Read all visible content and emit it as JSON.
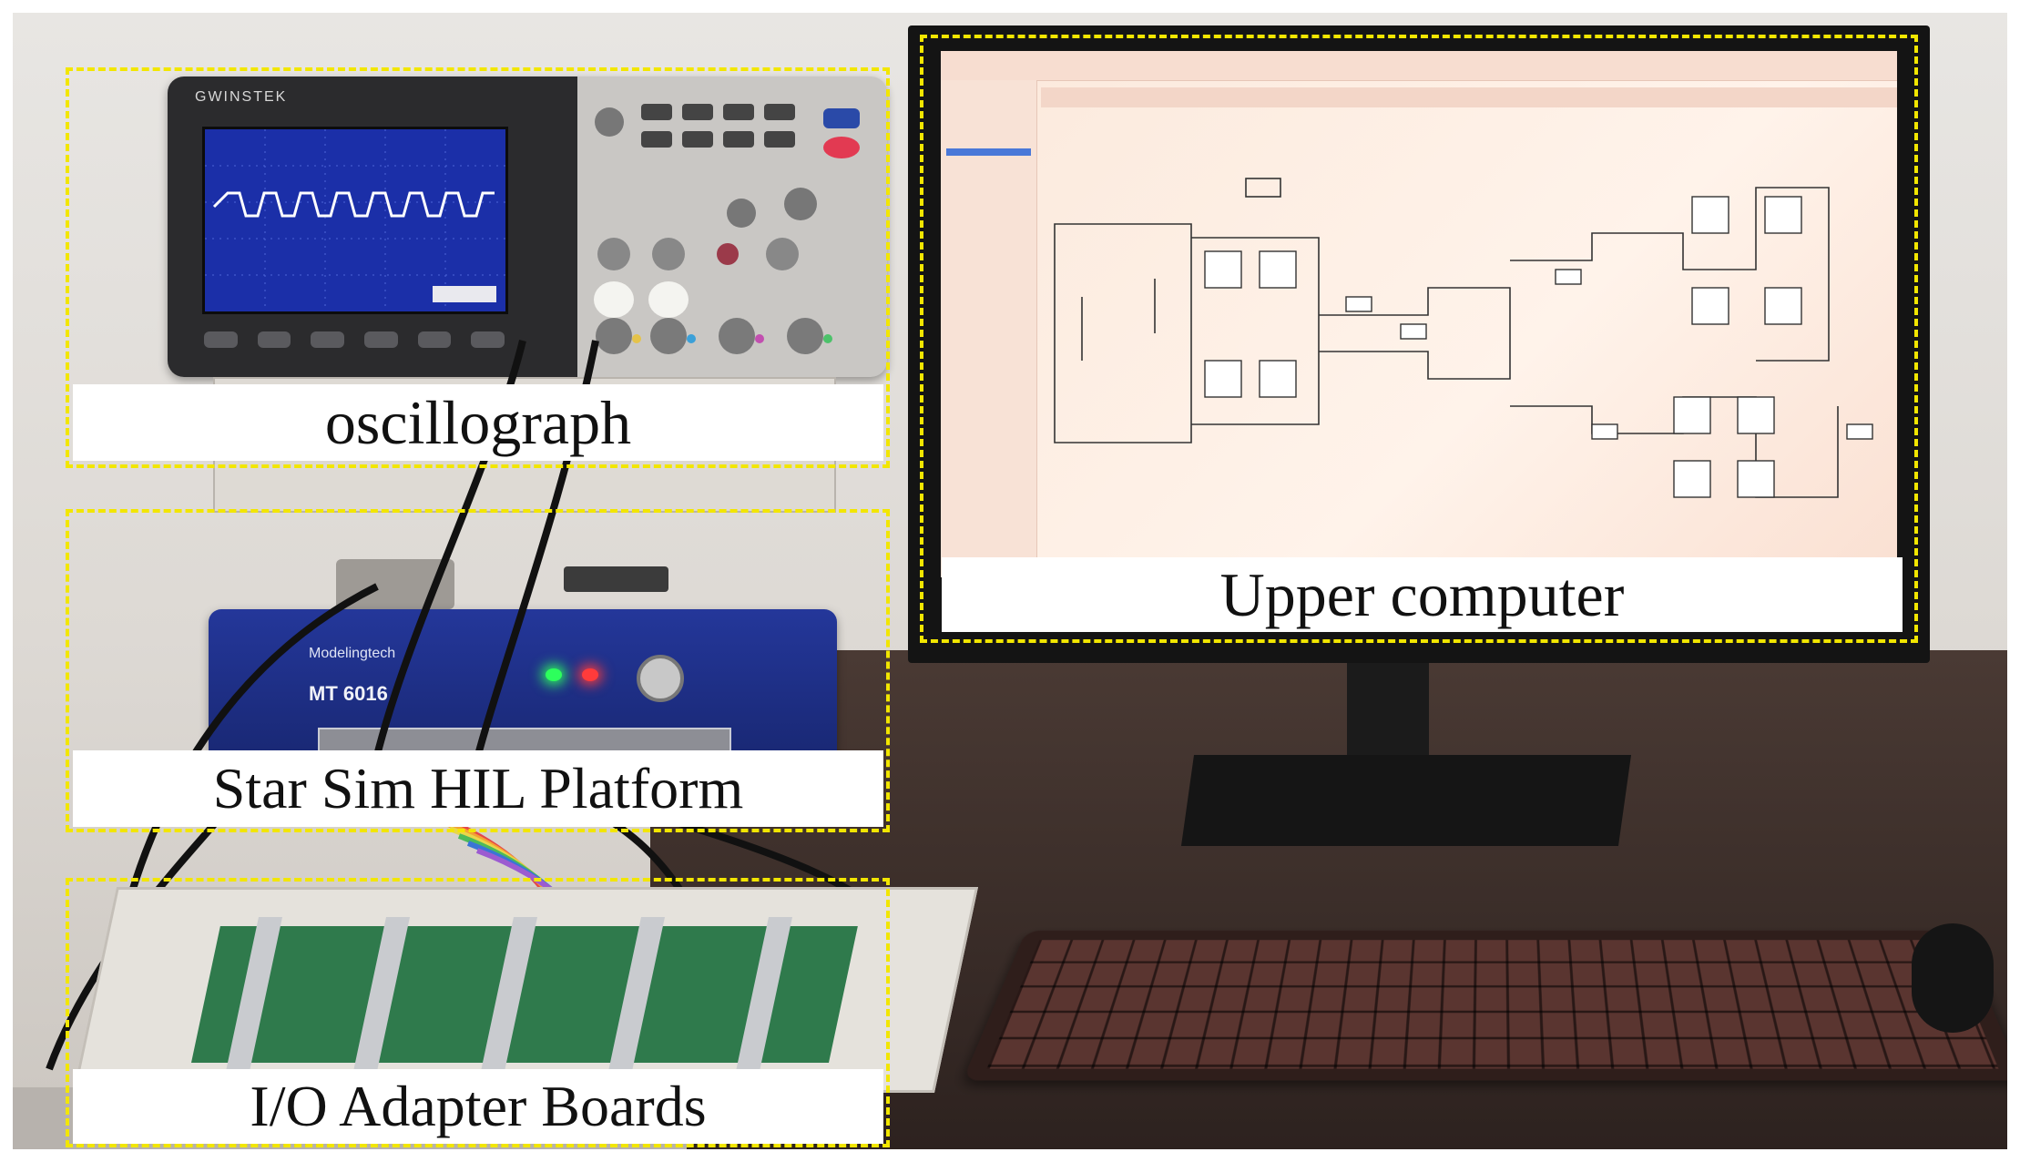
{
  "labels": {
    "oscillograph": "oscillograph",
    "upper_computer": "Upper computer",
    "hil_platform": "Star Sim HIL Platform",
    "io_boards": "I/O Adapter Boards"
  },
  "device_text": {
    "scope_brand": "GWINSTEK",
    "hil_brand": "Modelingtech",
    "hil_model": "MT 6016"
  },
  "colors": {
    "dashed_box": "#f2e600",
    "monitor_screen": "#fdeee4",
    "hil_chassis": "#1e2f7a",
    "scope_waveform": "#ffffff",
    "keyboard": "#3a2420"
  },
  "icons": [
    "scope-screen-icon",
    "circuit-schematic-icon",
    "keyboard-icon"
  ]
}
